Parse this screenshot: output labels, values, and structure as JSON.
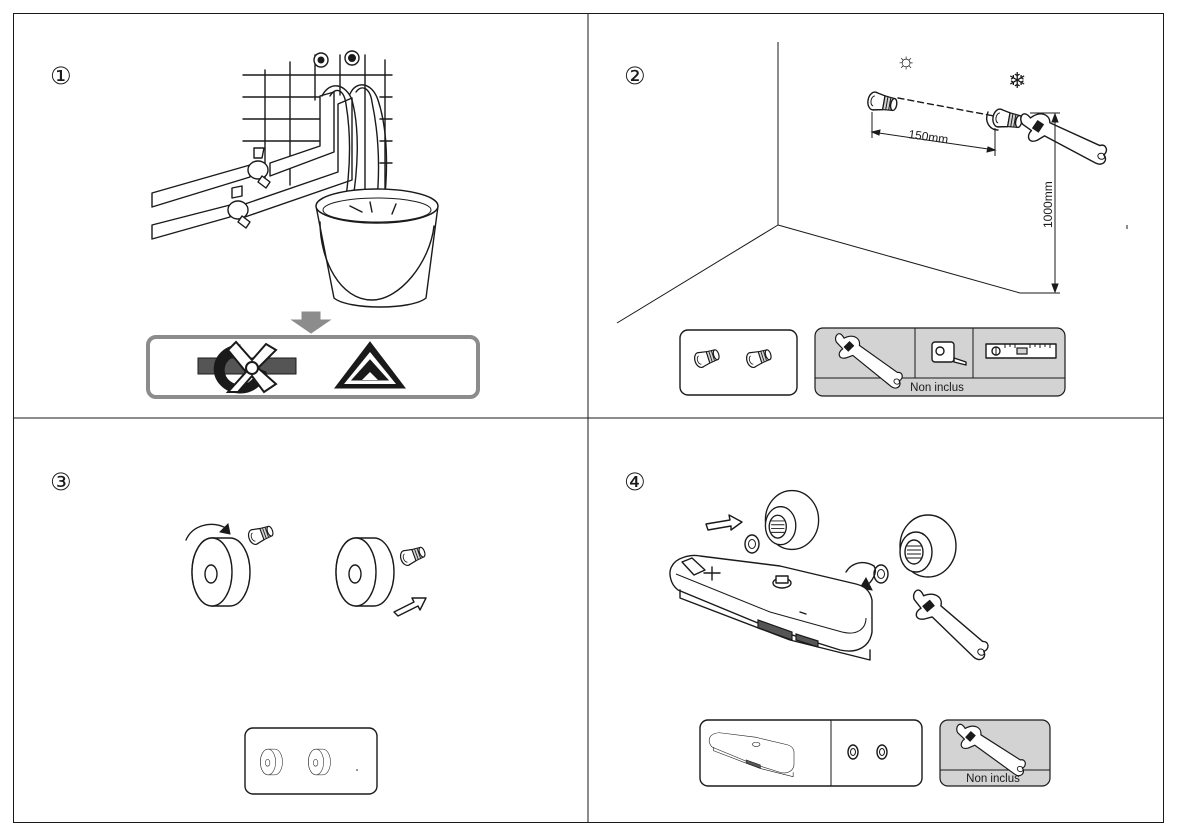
{
  "colors": {
    "line": "#1a1a1a",
    "panel_grey": "#d3d3d3",
    "warning_frame_grey": "#8c8c8c",
    "background": "#ffffff"
  },
  "steps": [
    {
      "number": "1",
      "label": "①",
      "icons": [
        "pipe-wall-icon",
        "bucket-icon",
        "water-off-valve-icon",
        "warning-triangle-icon",
        "down-arrow-icon"
      ]
    },
    {
      "number": "2",
      "label": "②",
      "hot_symbol": "☼",
      "cold_symbol": "❄",
      "spacing_label": "150mm",
      "height_label": "1000mm",
      "parts_box": {
        "icons": [
          "eccentric-connector-icon",
          "eccentric-connector-icon"
        ]
      },
      "tools_box": {
        "icons": [
          "wrench-icon",
          "tape-measure-icon",
          "spirit-level-icon"
        ],
        "caption": "Non inclus"
      }
    },
    {
      "number": "3",
      "label": "③",
      "parts_box": {
        "icons": [
          "cover-rosette-icon",
          "cover-rosette-icon"
        ]
      }
    },
    {
      "number": "4",
      "label": "④",
      "parts_box": {
        "icons": [
          "thermostatic-mixer-icon",
          "washer-icon",
          "washer-icon"
        ]
      },
      "tools_box": {
        "icons": [
          "wrench-icon"
        ],
        "caption": "Non inclus"
      }
    }
  ]
}
